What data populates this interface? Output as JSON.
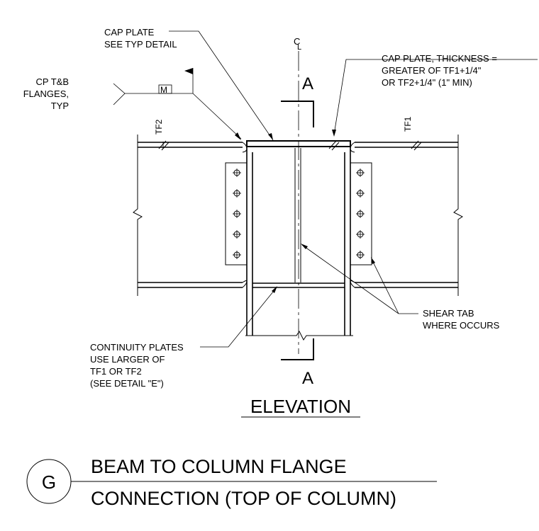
{
  "notes": {
    "cap_plate_detail": [
      "CAP PLATE",
      "SEE TYP DETAIL"
    ],
    "cap_plate_thickness": [
      "CAP PLATE, THICKNESS =",
      "GREATER OF TF1+1/4\"",
      "OR TF2+1/4\" (1\" MIN)"
    ],
    "cp_flanges": [
      "CP T&B",
      "FLANGES,",
      "TYP"
    ],
    "weld_symbol": "M",
    "centerline": "CL",
    "tf1": "TF1",
    "tf2": "TF2",
    "section_label_top": "A",
    "section_label_bottom": "A",
    "shear_tab": [
      "SHEAR TAB",
      "WHERE OCCURS"
    ],
    "continuity_plates": [
      "CONTINUITY PLATES",
      "USE LARGER OF",
      "TF1 OR TF2",
      "(SEE DETAIL \"E\")"
    ]
  },
  "view_title": "ELEVATION",
  "detail": {
    "letter": "G",
    "title_line1": "BEAM TO COLUMN FLANGE",
    "title_line2": "CONNECTION (TOP OF COLUMN)"
  }
}
